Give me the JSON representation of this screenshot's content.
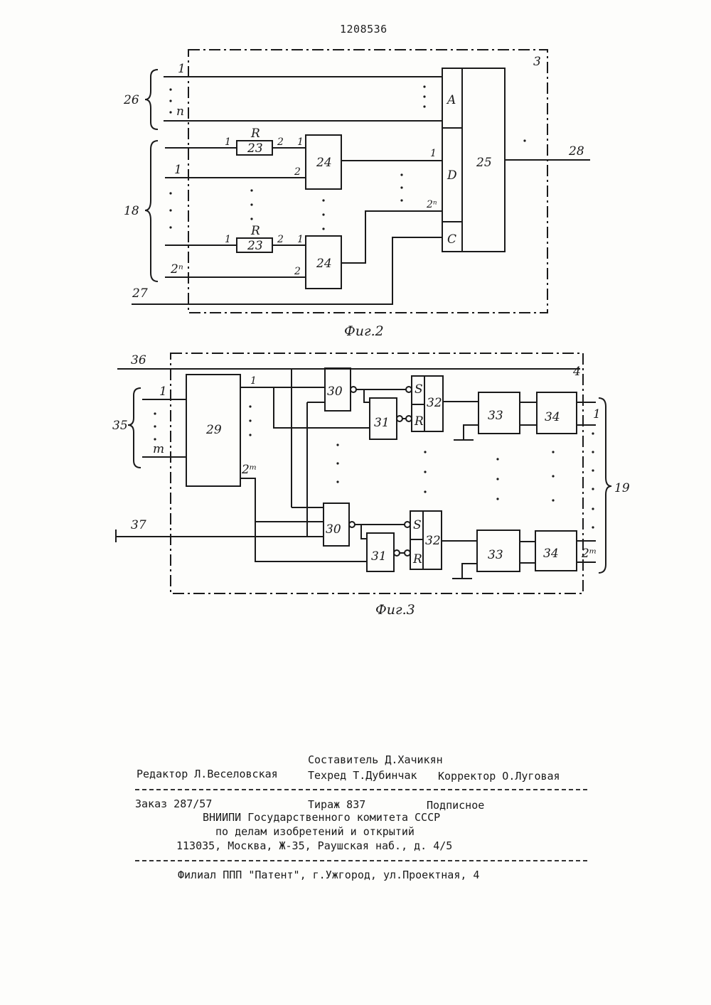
{
  "header": {
    "patent_number": "1208536"
  },
  "figure2": {
    "caption": "Фиг.2",
    "block_number": "3",
    "group_labels": {
      "input_group_a": "26",
      "input_group_d": "18",
      "input_c": "27",
      "output": "28"
    },
    "line_labels": {
      "first": "1",
      "n": "n",
      "two_n": "2ⁿ",
      "dots": ":"
    },
    "resistor": {
      "label": "R",
      "number": "23",
      "pin1": "1",
      "pin2": "2"
    },
    "gate": {
      "number": "24",
      "pin1": "1",
      "pin2": "2"
    },
    "register": {
      "number": "25",
      "port_a": "A",
      "port_d": "D",
      "port_c": "C",
      "d_pin_first": "1",
      "d_pin_last": "2ⁿ"
    }
  },
  "figure3": {
    "caption": "Фиг.3",
    "block_number": "4",
    "group_labels": {
      "input_35": "35",
      "input_36": "36",
      "input_37": "37",
      "output_19": "19"
    },
    "line_labels": {
      "first": "1",
      "m": "m",
      "two_m": "2ᵐ"
    },
    "decoder": {
      "number": "29",
      "out_first": "1",
      "out_last": "2ᵐ"
    },
    "blocks": {
      "b30": "30",
      "b31": "31",
      "b32": "32",
      "b33": "33",
      "b34": "34",
      "s": "S",
      "r": "R"
    }
  },
  "imprint": {
    "compiler": "Составитель Д.Хачикян",
    "editor": "Редактор Л.Веселовская",
    "techred": "Техред Т.Дубинчак",
    "corrector": "Корректор О.Луговая",
    "order": "Заказ 287/57",
    "circulation": "Тираж 837",
    "subscription": "Подписное",
    "org_line1": "ВНИИПИ Государственного комитета СССР",
    "org_line2": "по делам изобретений и открытий",
    "address": "113035, Москва, Ж-35, Раушская наб., д. 4/5",
    "branch": "Филиал ППП \"Патент\", г.Ужгород, ул.Проектная, 4"
  }
}
